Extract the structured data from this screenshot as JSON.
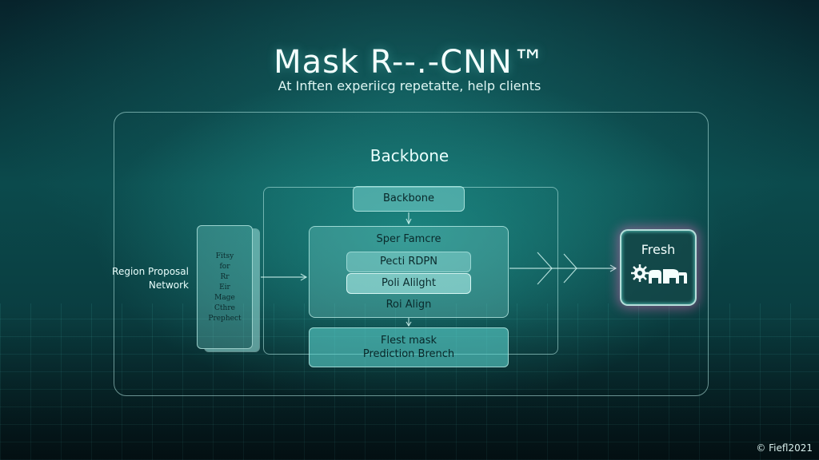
{
  "header": {
    "title": "Mask R--.-CNN™",
    "subtitle": "At Inften experiicg repetatte, help clients"
  },
  "diagram": {
    "outer_label": "Backbone",
    "backbone_box": "Backbone",
    "feature_box": {
      "top_label": "Sper Famcre",
      "rpn_label": "Pecti RDPN",
      "align_label": "Poli Alilght",
      "bottom_label": "Roi Align"
    },
    "mask_box": {
      "line1": "Flest mask",
      "line2": "Prediction Brench"
    },
    "rpn_stack": {
      "lines": [
        "Fitsy",
        "for",
        "Rr",
        "Eir",
        "Mage",
        "Cthre",
        "Prephect"
      ]
    },
    "side_label": {
      "line1": "Region Proposal",
      "line2": "Network"
    },
    "output": {
      "label": "Fresh",
      "icon": "gear-and-animal-icons"
    }
  },
  "footer": {
    "copyright": "© Fiefl2021"
  },
  "colors": {
    "accent_teal": "#5fd2cc",
    "glow_pink": "#ff6ec8"
  }
}
